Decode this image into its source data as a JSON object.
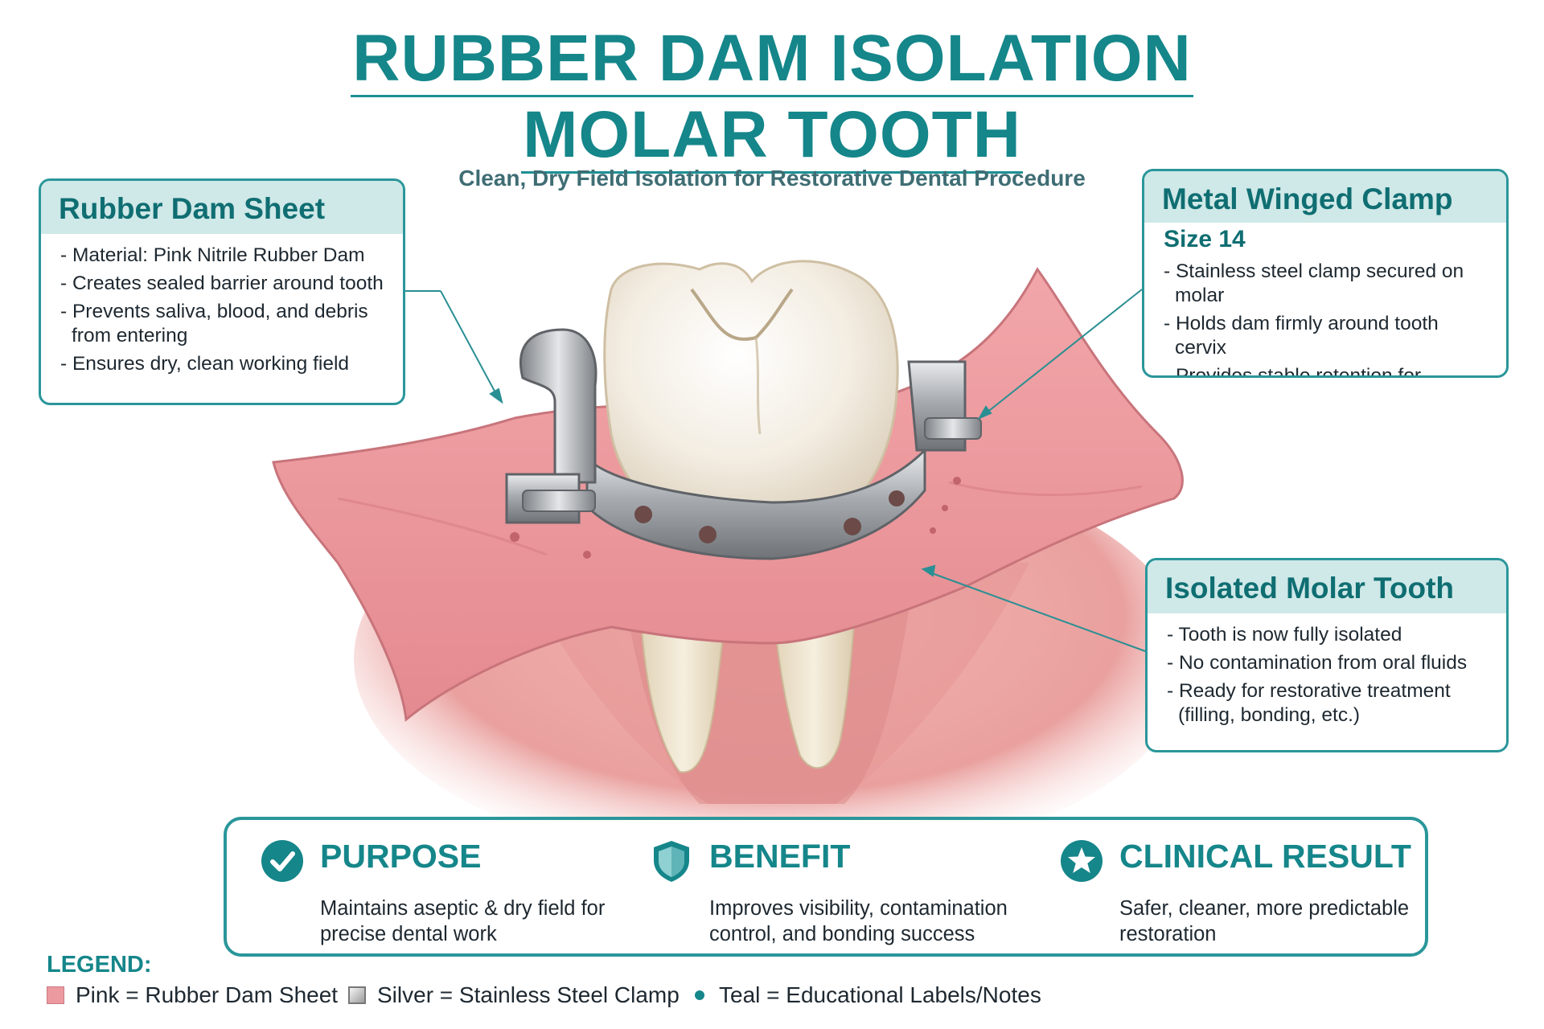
{
  "title": {
    "line1": "RUBBER DAM ISOLATION",
    "line2": "MOLAR TOOTH",
    "subtitle": "Clean, Dry Field Isolation for Restorative Dental Procedure"
  },
  "callouts": {
    "sheet": {
      "heading": "Rubber Dam Sheet",
      "items": [
        "- Material: Pink Nitrile Rubber Dam",
        "- Creates sealed barrier around tooth",
        "- Prevents saliva, blood, and debris from entering",
        "- Ensures dry, clean working field"
      ]
    },
    "clamp": {
      "heading": "Metal Winged Clamp",
      "subheading": "Size 14",
      "items": [
        "- Stainless steel clamp secured on molar",
        "- Holds dam firmly around tooth cervix",
        "- Provides stable retention for isolation"
      ]
    },
    "tooth": {
      "heading": "Isolated Molar Tooth",
      "items": [
        "- Tooth is now fully isolated",
        "- No contamination from oral fluids",
        "- Ready for restorative treatment (filling, bonding, etc.)"
      ]
    }
  },
  "summary": {
    "purpose": {
      "title": "PURPOSE",
      "text": "Maintains aseptic & dry field for precise dental work",
      "icon": "check-circle-icon"
    },
    "benefit": {
      "title": "BENEFIT",
      "text": "Improves visibility, contamination control, and bonding success",
      "icon": "shield-icon"
    },
    "result": {
      "title": "CLINICAL RESULT",
      "text": "Safer, cleaner, more predictable restoration",
      "icon": "star-circle-icon"
    }
  },
  "legend": {
    "title": "LEGEND:",
    "items": [
      {
        "label": "Pink = Rubber Dam Sheet",
        "color": "#ec9aa0"
      },
      {
        "label": "Silver = Stainless Steel Clamp",
        "color": "#b5b5b5"
      },
      {
        "label": "Teal = Educational Labels/Notes",
        "color": "#15868a"
      }
    ]
  },
  "colors": {
    "accent": "#15868a",
    "header_fill": "#cfe8e8",
    "dam_pink": "#ec9aa0",
    "gum": "#e9a4a4",
    "tooth": "#f3ece0",
    "steel": "#a9adb2"
  }
}
